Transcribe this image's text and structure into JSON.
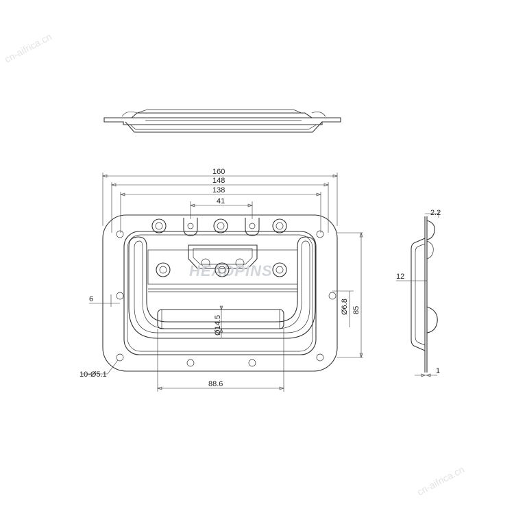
{
  "watermark": "cn-aifrica.cn",
  "brand_watermark": "HEADPINS",
  "front_view": {
    "dim_overall_width": "160",
    "dim_inner_width": "148",
    "dim_cutout_width": "138",
    "dim_center_holes": "41",
    "dim_edge_offset": "6",
    "dim_hole_spec": "10-Ø5.1",
    "dim_grip_diameter": "Ø14.5",
    "dim_side_hole": "Ø6.8",
    "dim_overall_height": "85",
    "dim_grip_length": "88.6"
  },
  "side_view": {
    "dim_flange": "2.2",
    "dim_depth": "12",
    "dim_thickness": "1"
  }
}
